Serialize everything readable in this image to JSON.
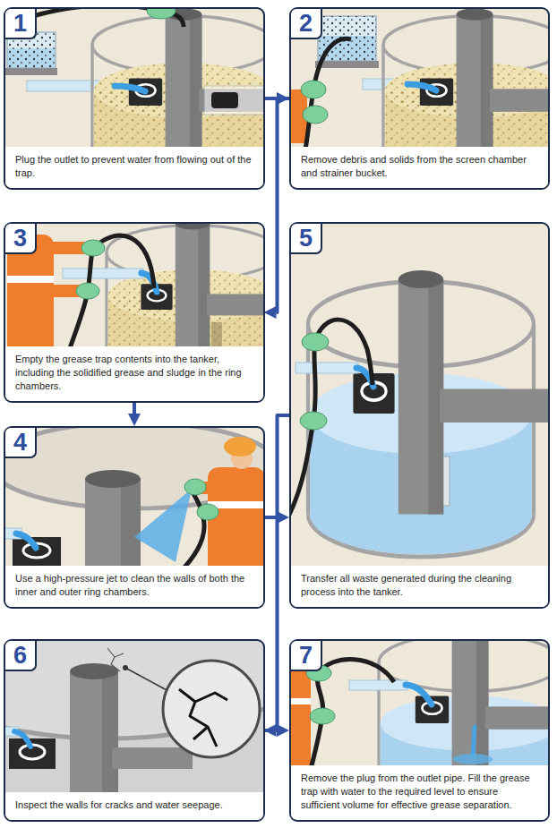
{
  "diagram": {
    "nodes": [
      {
        "text": [
          "1",
          "Plug the outlet to prevent water from flowing out of the trap."
        ]
      },
      {
        "text": [
          "2",
          "Remove debris and solids from the screen chamber and strainer bucket."
        ]
      },
      {
        "text": [
          "3",
          "Empty the grease trap contents into the tanker, including the solidified grease and sludge in the ring chambers."
        ]
      },
      {
        "text": [
          "4",
          "Use a high-pressure jet to clean the walls of both the inner and outer ring chambers."
        ]
      },
      {
        "text": [
          "5",
          "Transfer all waste generated during the cleaning process into the tanker."
        ]
      },
      {
        "text": [
          "6",
          "Inspect the walls for cracks and water seepage."
        ]
      },
      {
        "text": [
          "7",
          "Remove the plug from the outlet pipe. Fill the grease trap with water to the required level to ensure sufficient volume for effective grease separation."
        ]
      }
    ],
    "edges": [
      {
        "from": 0,
        "to": 1,
        "arrow": "to"
      },
      {
        "from": 1,
        "to": 2,
        "arrow": "to"
      },
      {
        "from": 2,
        "to": 3,
        "arrow": "to"
      },
      {
        "from": 3,
        "to": 4,
        "arrow": "to"
      },
      {
        "from": 4,
        "to": 5,
        "arrow": "to"
      },
      {
        "from": 5,
        "to": 6,
        "arrow": "to"
      }
    ]
  }
}
